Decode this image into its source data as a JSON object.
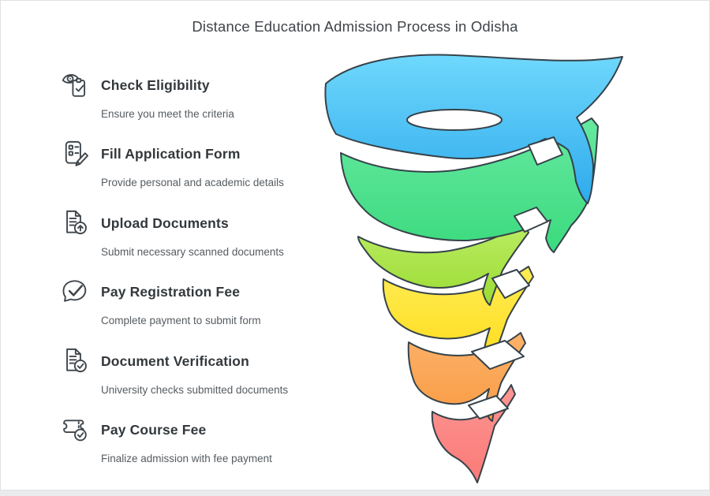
{
  "page": {
    "title": "Distance Education Admission Process in Odisha"
  },
  "steps": [
    {
      "title": "Check Eligibility",
      "description": "Ensure you meet the criteria"
    },
    {
      "title": "Fill Application Form",
      "description": "Provide personal and academic details"
    },
    {
      "title": "Upload Documents",
      "description": "Submit necessary scanned documents"
    },
    {
      "title": "Pay Registration Fee",
      "description": "Complete payment to submit form"
    },
    {
      "title": "Document Verification",
      "description": "University checks submitted documents"
    },
    {
      "title": "Pay Course Fee",
      "description": "Finalize admission with fee payment"
    }
  ],
  "funnel": {
    "type": "spiral-funnel",
    "outline_color": "#36424a",
    "levels": [
      {
        "step": "Check Eligibility",
        "color_top": "#6fd8fc",
        "color_bottom": "#2eaaec"
      },
      {
        "step": "Fill Application Form",
        "color_top": "#66e9a0",
        "color_bottom": "#3bda7e"
      },
      {
        "step": "Upload Documents",
        "color_top": "#bcec63",
        "color_bottom": "#9adc33"
      },
      {
        "step": "Pay Registration Fee",
        "color_top": "#ffec55",
        "color_bottom": "#ffdd1e"
      },
      {
        "step": "Document Verification",
        "color_top": "#fcb26b",
        "color_bottom": "#f99b42"
      },
      {
        "step": "Pay Course Fee",
        "color_top": "#fc9693",
        "color_bottom": "#fa7a77"
      }
    ]
  }
}
